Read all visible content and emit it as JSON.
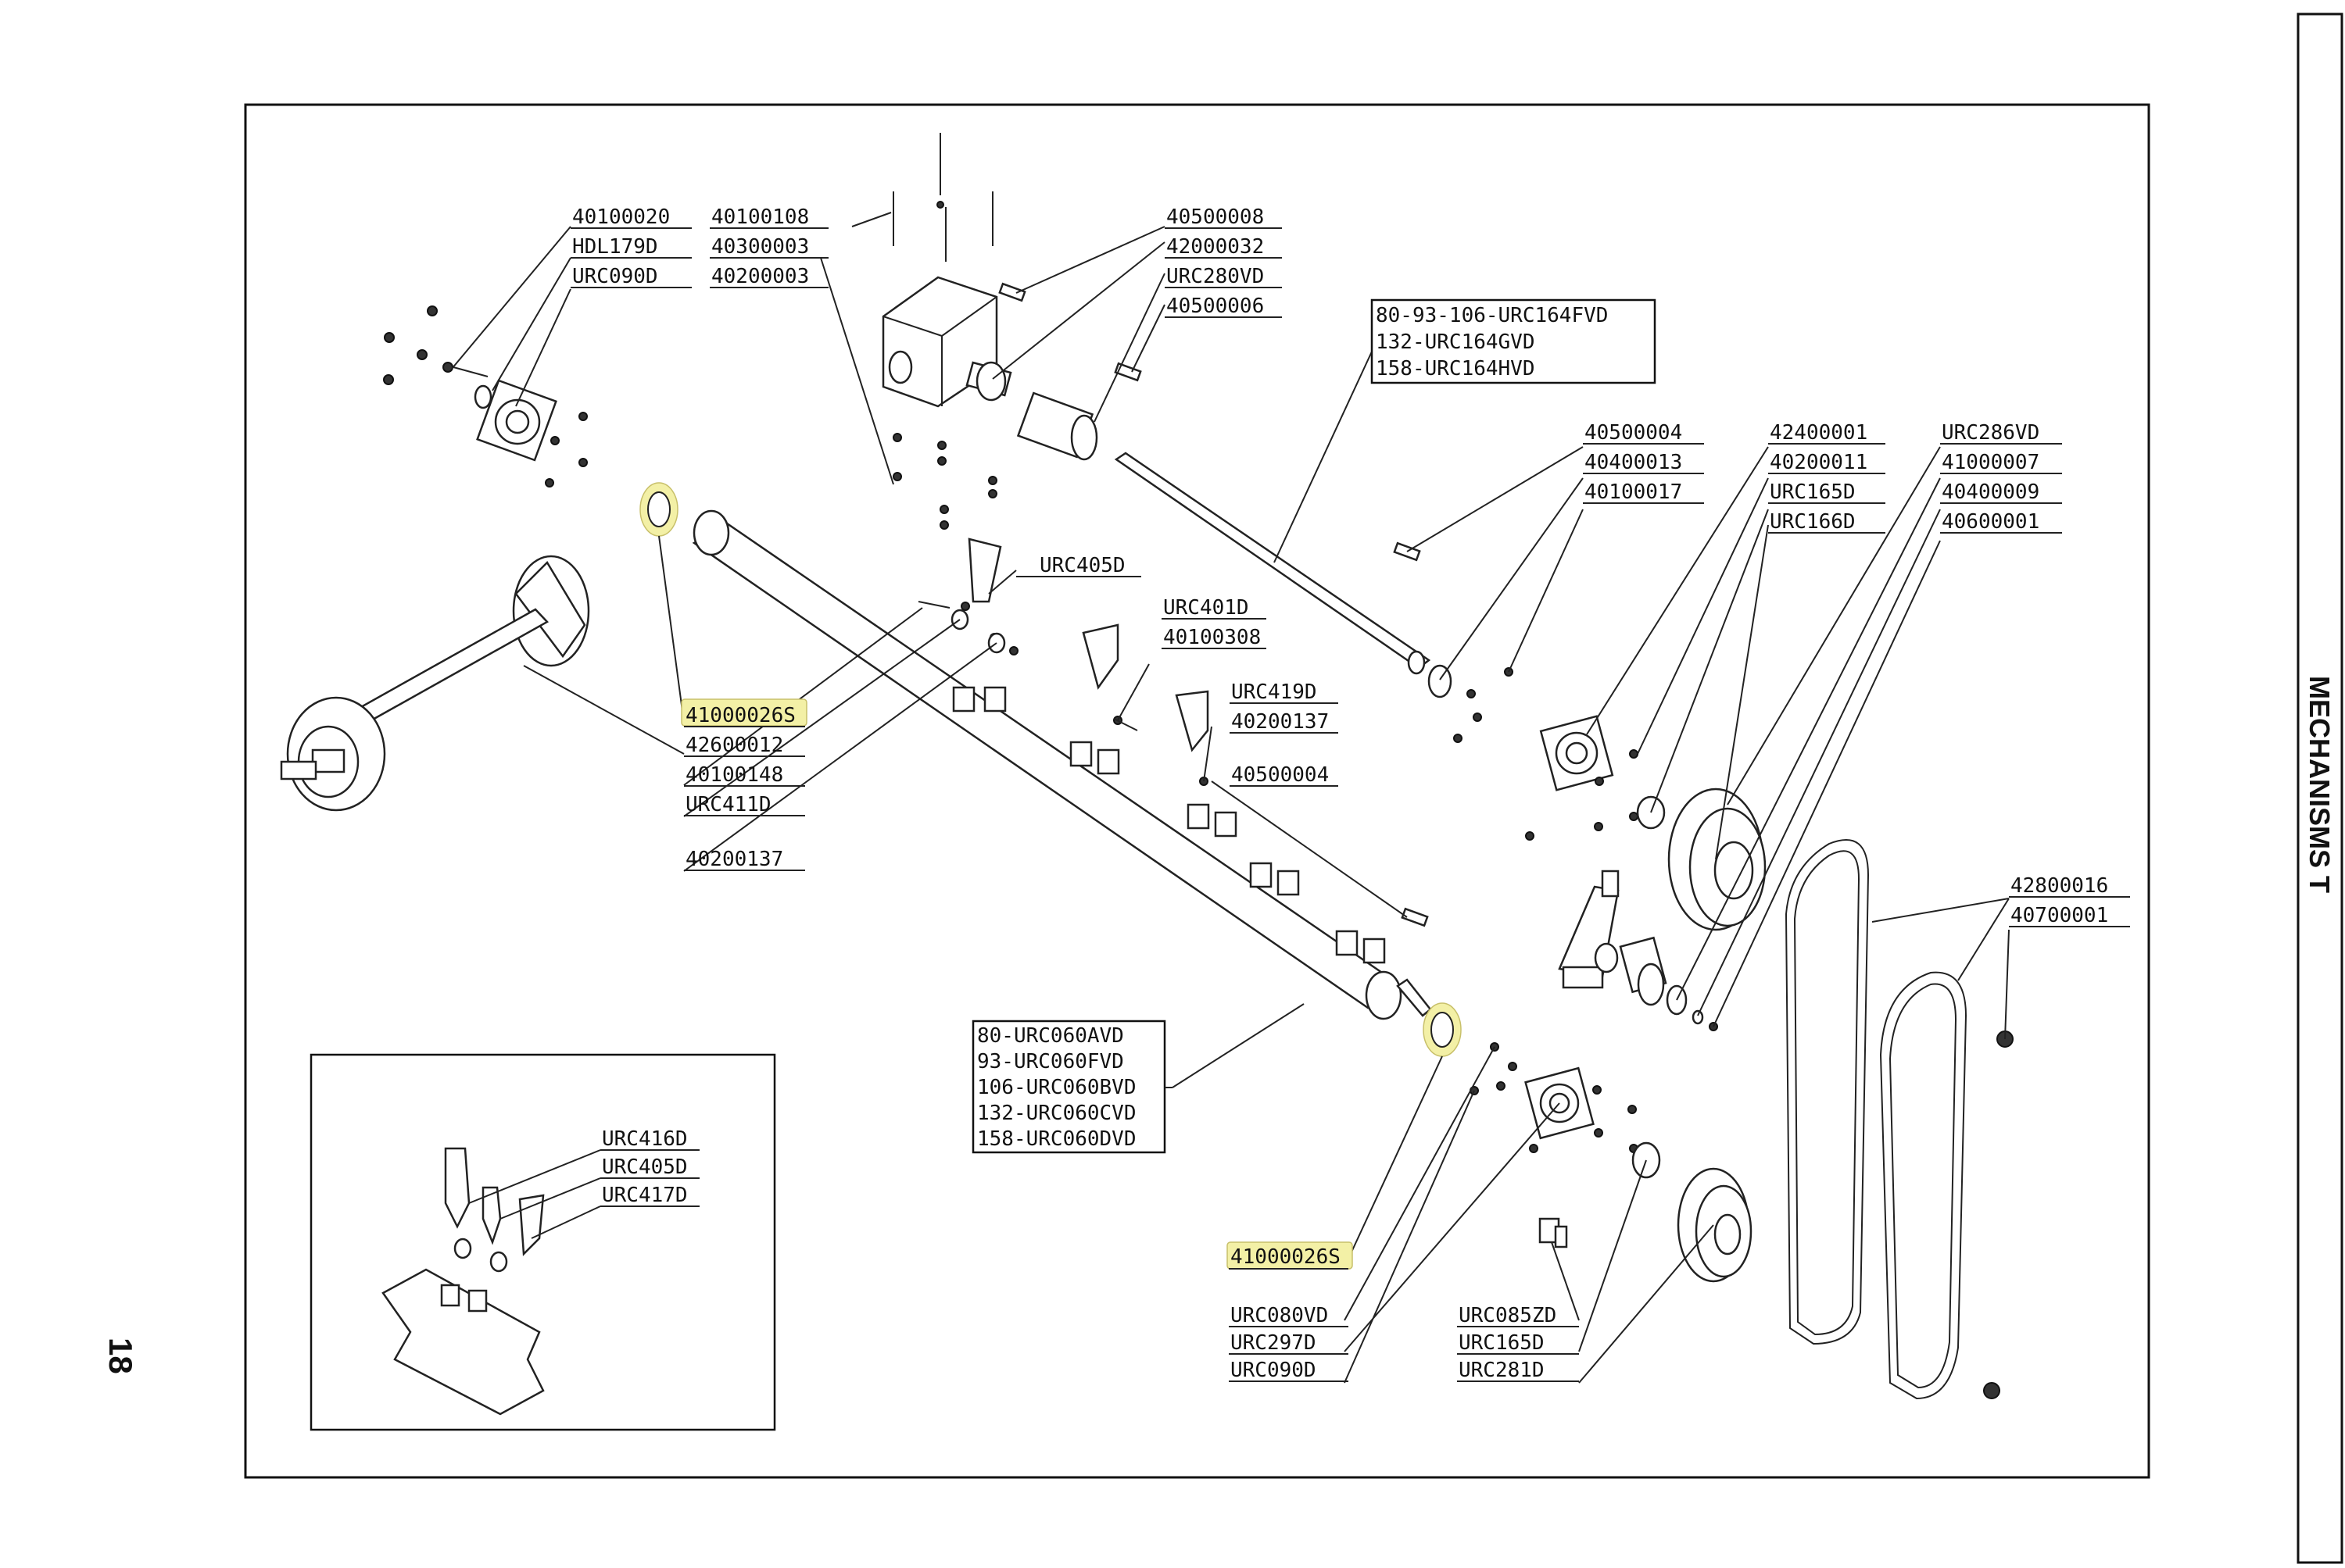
{
  "side_tab": {
    "title": "MECHANISMS T",
    "page_number": "18"
  },
  "highlight_color": "#f3f0a6",
  "callouts": {
    "top_left": [
      "40100020",
      "HDL179D",
      "URC090D"
    ],
    "top_mid": [
      "40100108",
      "40300003",
      "40200003"
    ],
    "top_right": [
      "40500008",
      "42000032",
      "URC280VD",
      "40500006"
    ],
    "shaft_box": [
      "80-93-106-URC164FVD",
      "132-URC164GVD",
      "158-URC164HVD"
    ],
    "right_a": [
      "40500004",
      "40400013",
      "40100017"
    ],
    "right_b": [
      "42400001",
      "40200011",
      "URC165D",
      "URC166D"
    ],
    "right_c": [
      "URC286VD",
      "41000007",
      "40400009",
      "40600001"
    ],
    "belt": [
      "42800016",
      "40700001"
    ],
    "rotor_left": [
      "41000026S",
      "42600012",
      "40100148",
      "URC411D"
    ],
    "rotor_left_b": [
      "40200137"
    ],
    "knife_a": [
      "URC405D"
    ],
    "knife_b": [
      "URC401D",
      "40100308"
    ],
    "knife_c": [
      "URC419D",
      "40200137"
    ],
    "key": [
      "40500004"
    ],
    "rotor_box": [
      "80-URC060AVD",
      "93-URC060FVD",
      "106-URC060BVD",
      "132-URC060CVD",
      "158-URC060DVD"
    ],
    "inset": [
      "URC416D",
      "URC405D",
      "URC417D"
    ],
    "bottom_seal": [
      "41000026S"
    ],
    "bottom_bearing": [
      "URC080VD",
      "URC297D",
      "URC090D"
    ],
    "bottom_pulley": [
      "URC085ZD",
      "URC165D",
      "URC281D"
    ]
  }
}
